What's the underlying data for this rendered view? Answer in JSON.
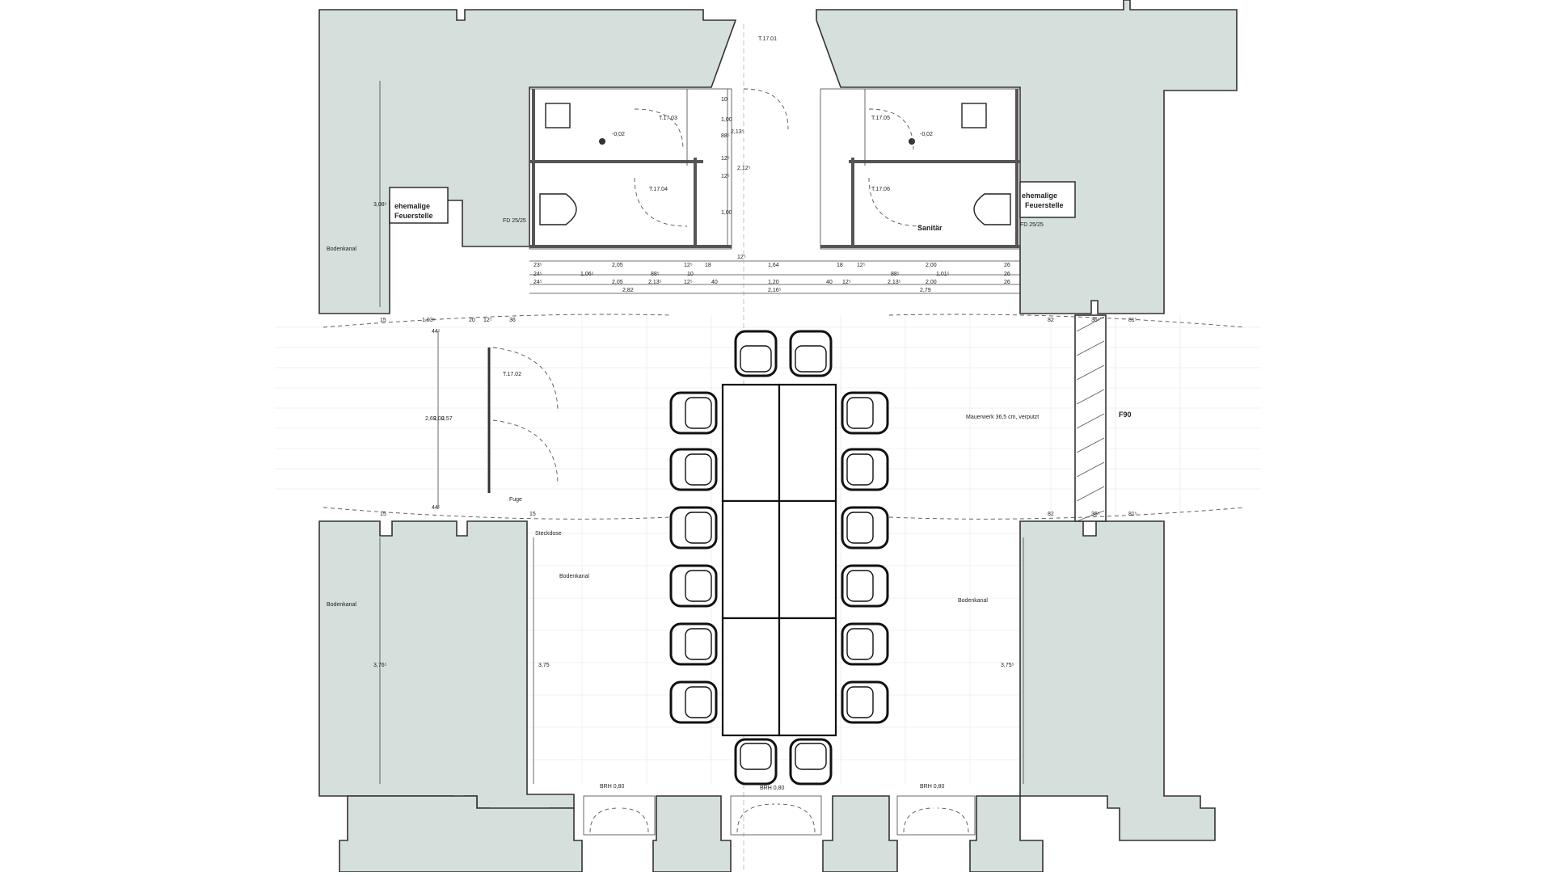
{
  "rooms": {
    "t1701": "T.17.01",
    "t1702": "T.17.02",
    "t1703": "T.17.03",
    "t1704": "T.17.04",
    "t1705": "T.17.05",
    "t1706": "T.17.06"
  },
  "labels": {
    "ehemalige_left_1": "ehemalige",
    "ehemalige_left_2": "Feuerstelle",
    "ehemalige_right_1": "ehemalige",
    "ehemalige_right_2": "Feuerstelle",
    "sanitaer": "Sanitär",
    "fd_left": "FD 25/25",
    "fd_right": "FD 25/25",
    "f90": "F90",
    "mauerwerk": "Mauerwerk 36,5 cm, verputzt",
    "fuge": "Fuge",
    "steckdose": "Steckdose",
    "bodenkanal_1": "Bodenkanal",
    "bodenkanal_2": "Bodenkanal",
    "bodenkanal_3": "Bodenkanal",
    "bodenkanal_4": "Bodenkanal",
    "brh_1": "BRH 0,80",
    "brh_2": "BRH 0,80",
    "brh_3": "BRH 0,80",
    "level_left": "-0,02",
    "level_right": "-0,02"
  },
  "dims": {
    "d1": "2,05",
    "d2": "12⁵",
    "d3": "18",
    "d4": "1,64",
    "d5": "18",
    "d6": "12⁵",
    "d7": "2,00",
    "d8": "26",
    "d9": "24⁵",
    "d10": "1,06⁵",
    "d11": "88⁵",
    "d12": "10",
    "d13": "1,01⁵",
    "d14": "88⁵",
    "d15": "2,05",
    "d16": "2,13⁵",
    "d17": "12⁵",
    "d18": "40",
    "d19": "1,20",
    "d20": "40",
    "d21": "12⁵",
    "d22": "2,13⁵",
    "d23": "2,00",
    "d24": "2,82",
    "d25": "2,16⁵",
    "d26": "2,79",
    "d27": "15",
    "d28": "1,03⁵",
    "d29": "20",
    "d30": "12⁵",
    "d31": "36",
    "d32": "82",
    "d33": "36⁵",
    "d34": "81⁵",
    "d35": "44⁵",
    "d36": "2,69",
    "d37": "2,00",
    "d38": "2,57",
    "d39": "44⁵",
    "d40": "15",
    "d41": "15",
    "d42": "82",
    "d43": "36⁵",
    "d44": "81⁵",
    "d45": "3,76⁵",
    "d46": "3,75",
    "d47": "3,75⁵",
    "d48": "3,08⁵",
    "d49": "1,00",
    "d50": "2,13⁵",
    "d51": "88⁵",
    "d52": "1,00",
    "d53": "2,12⁵",
    "d54": "12⁵",
    "d55": "23⁵",
    "d56": "24⁵",
    "d57": "26",
    "d58": "26",
    "d59": "10",
    "d60": "12⁵",
    "d61": "12⁵"
  }
}
